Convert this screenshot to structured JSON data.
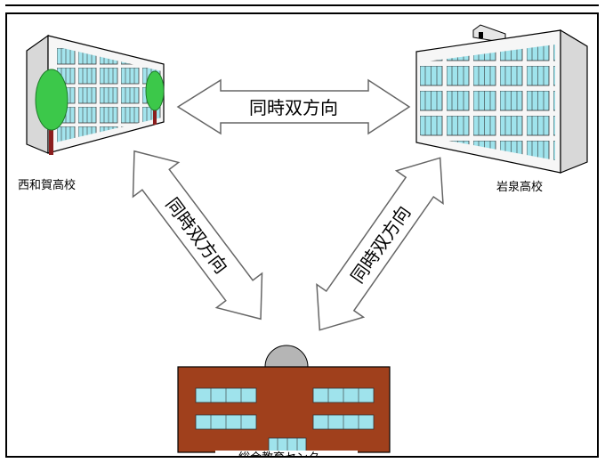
{
  "labels": {
    "school_left": "西和賀高校",
    "school_right": "岩泉高校",
    "center": "総合教育センター"
  },
  "arrows": {
    "top": "同時双方向",
    "left": "同時双方向",
    "right": "同時双方向"
  },
  "colors": {
    "center_building": "#a0401c",
    "windows": "#9fe3ec",
    "tree": "#3cc84a",
    "dome": "#b5b5b5"
  }
}
